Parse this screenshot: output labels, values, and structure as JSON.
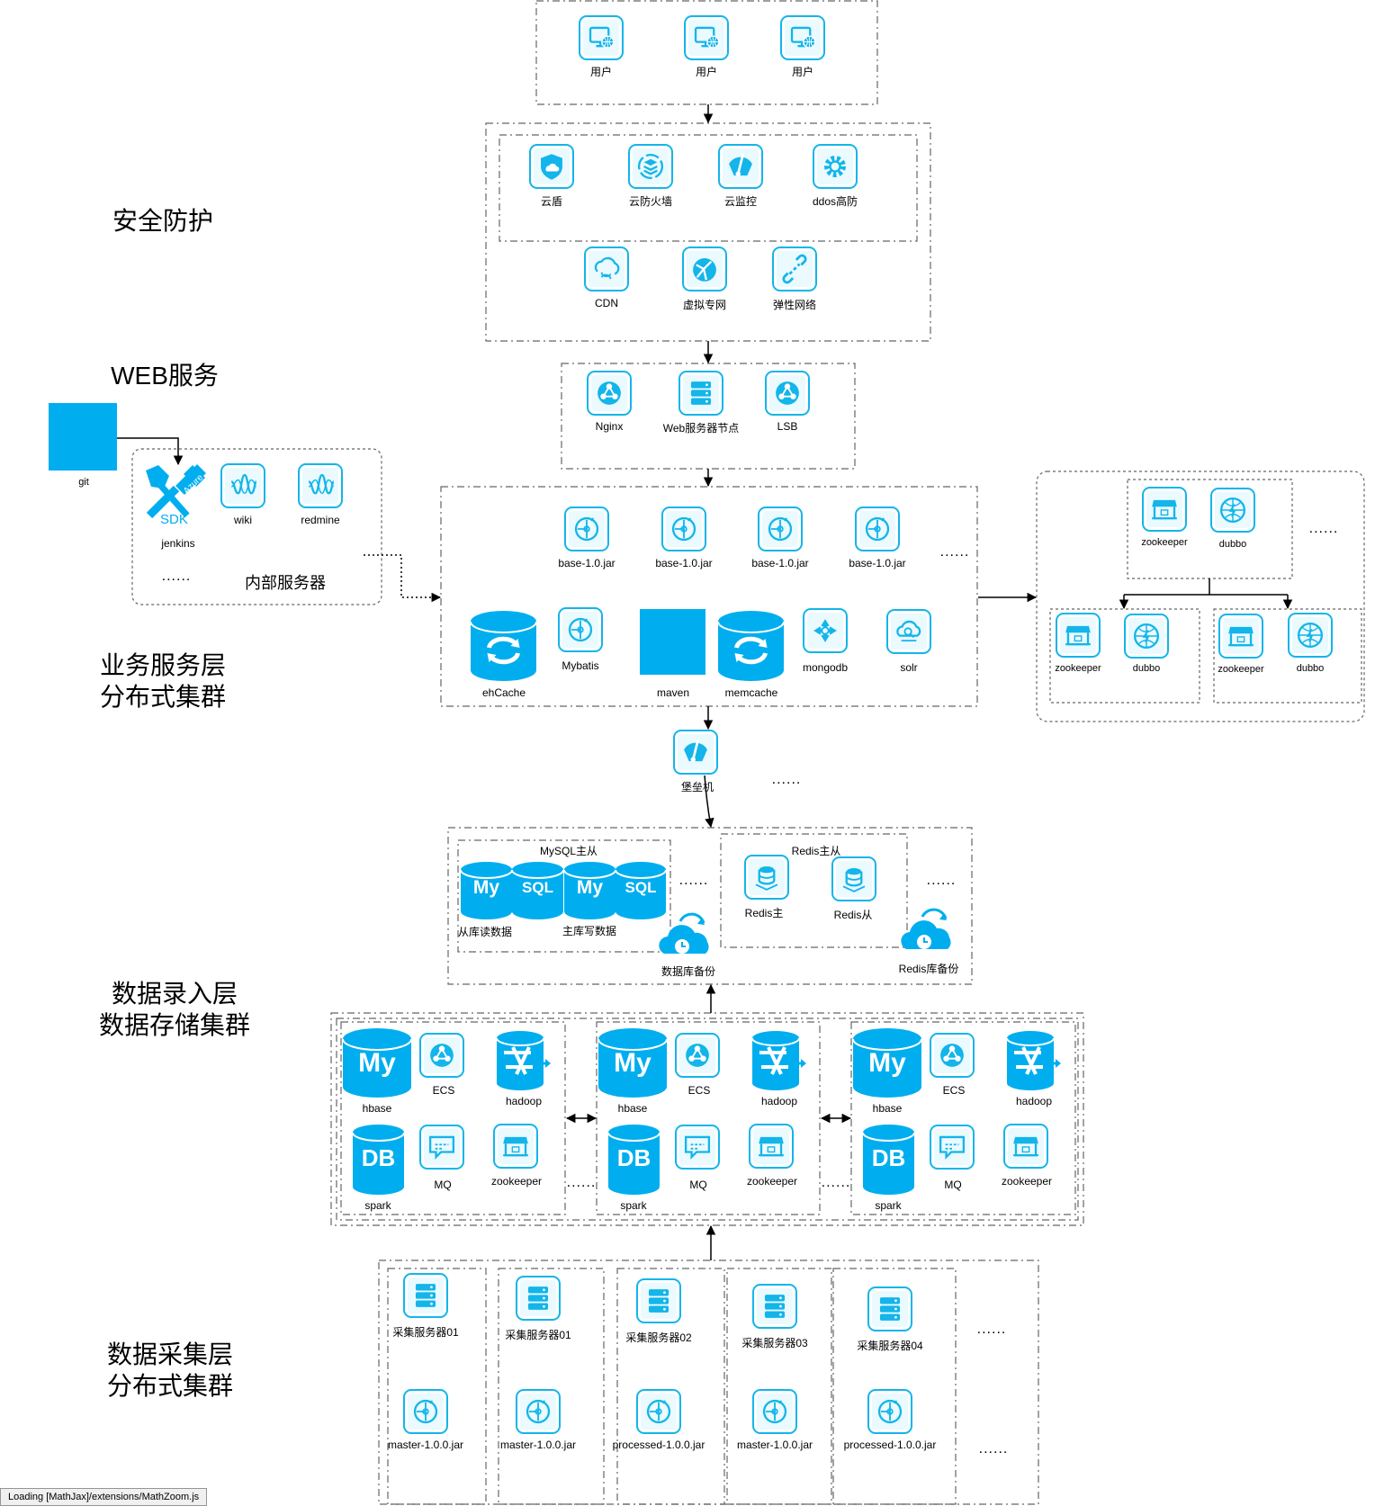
{
  "sections": {
    "security": "安全防护",
    "web": "WEB服务",
    "business": "业务服务层\n分布式集群",
    "storage": "数据录入层\n数据存储集群",
    "collect": "数据采集层\n分布式集群"
  },
  "users": [
    "用户",
    "用户",
    "用户"
  ],
  "security": {
    "row1": [
      "云盾",
      "云防火墙",
      "云监控",
      "ddos高防"
    ],
    "row2": [
      "CDN",
      "虚拟专网",
      "弹性网络"
    ]
  },
  "web": [
    "Nginx",
    "Web服务器节点",
    "LSB"
  ],
  "internal": {
    "git": "git",
    "jenkins": "jenkins",
    "wiki": "wiki",
    "redmine": "redmine",
    "more": "......",
    "title": "内部服务器"
  },
  "business": {
    "jars": [
      "base-1.0.jar",
      "base-1.0.jar",
      "base-1.0.jar",
      "base-1.0.jar"
    ],
    "more": "......",
    "ehcache": "ehCache",
    "mybatis": "Mybatis",
    "maven": "maven",
    "memcache": "memcache",
    "mongodb": "mongodb",
    "solr": "solr"
  },
  "dubbo": {
    "top": [
      "zookeeper",
      "dubbo"
    ],
    "left": [
      "zookeeper",
      "dubbo"
    ],
    "right": [
      "zookeeper",
      "dubbo"
    ],
    "more": "......"
  },
  "bastion": {
    "label": "堡垒机",
    "more": "......"
  },
  "database": {
    "mysql_title": "MySQL主从",
    "read": "从库读数据",
    "write": "主库写数据",
    "more1": "......",
    "redis_title": "Redis主从",
    "redis_master": "Redis主",
    "redis_slave": "Redis从",
    "more2": "......",
    "db_backup": "数据库备份",
    "redis_backup": "Redis库备份",
    "my": "My",
    "sql": "SQL"
  },
  "clusters": [
    {
      "hbase": "hbase",
      "ecs": "ECS",
      "hadoop": "hadoop",
      "spark": "spark",
      "mq": "MQ",
      "zk": "zookeeper"
    },
    {
      "hbase": "hbase",
      "ecs": "ECS",
      "hadoop": "hadoop",
      "spark": "spark",
      "mq": "MQ",
      "zk": "zookeeper"
    },
    {
      "hbase": "hbase",
      "ecs": "ECS",
      "hadoop": "hadoop",
      "spark": "spark",
      "mq": "MQ",
      "zk": "zookeeper"
    }
  ],
  "cluster_more": [
    "......",
    "......"
  ],
  "db_text": "DB",
  "collectors": [
    {
      "server": "采集服务器01",
      "jar": "master-1.0.0.jar"
    },
    {
      "server": "采集服务器01",
      "jar": "master-1.0.0.jar"
    },
    {
      "server": "采集服务器02",
      "jar": "processed-1.0.0.jar"
    },
    {
      "server": "采集服务器03",
      "jar": "master-1.0.0.jar"
    },
    {
      "server": "采集服务器04",
      "jar": "processed-1.0.0.jar"
    }
  ],
  "collect_more": [
    "......",
    "......"
  ],
  "sdk": {
    "sdk": "SDK",
    "azure": "Azure"
  },
  "status": "Loading [MathJax]/extensions/MathZoom.js",
  "colors": {
    "accent": "#13b5ea",
    "fill": "#00aeef",
    "dash": "#666666"
  }
}
